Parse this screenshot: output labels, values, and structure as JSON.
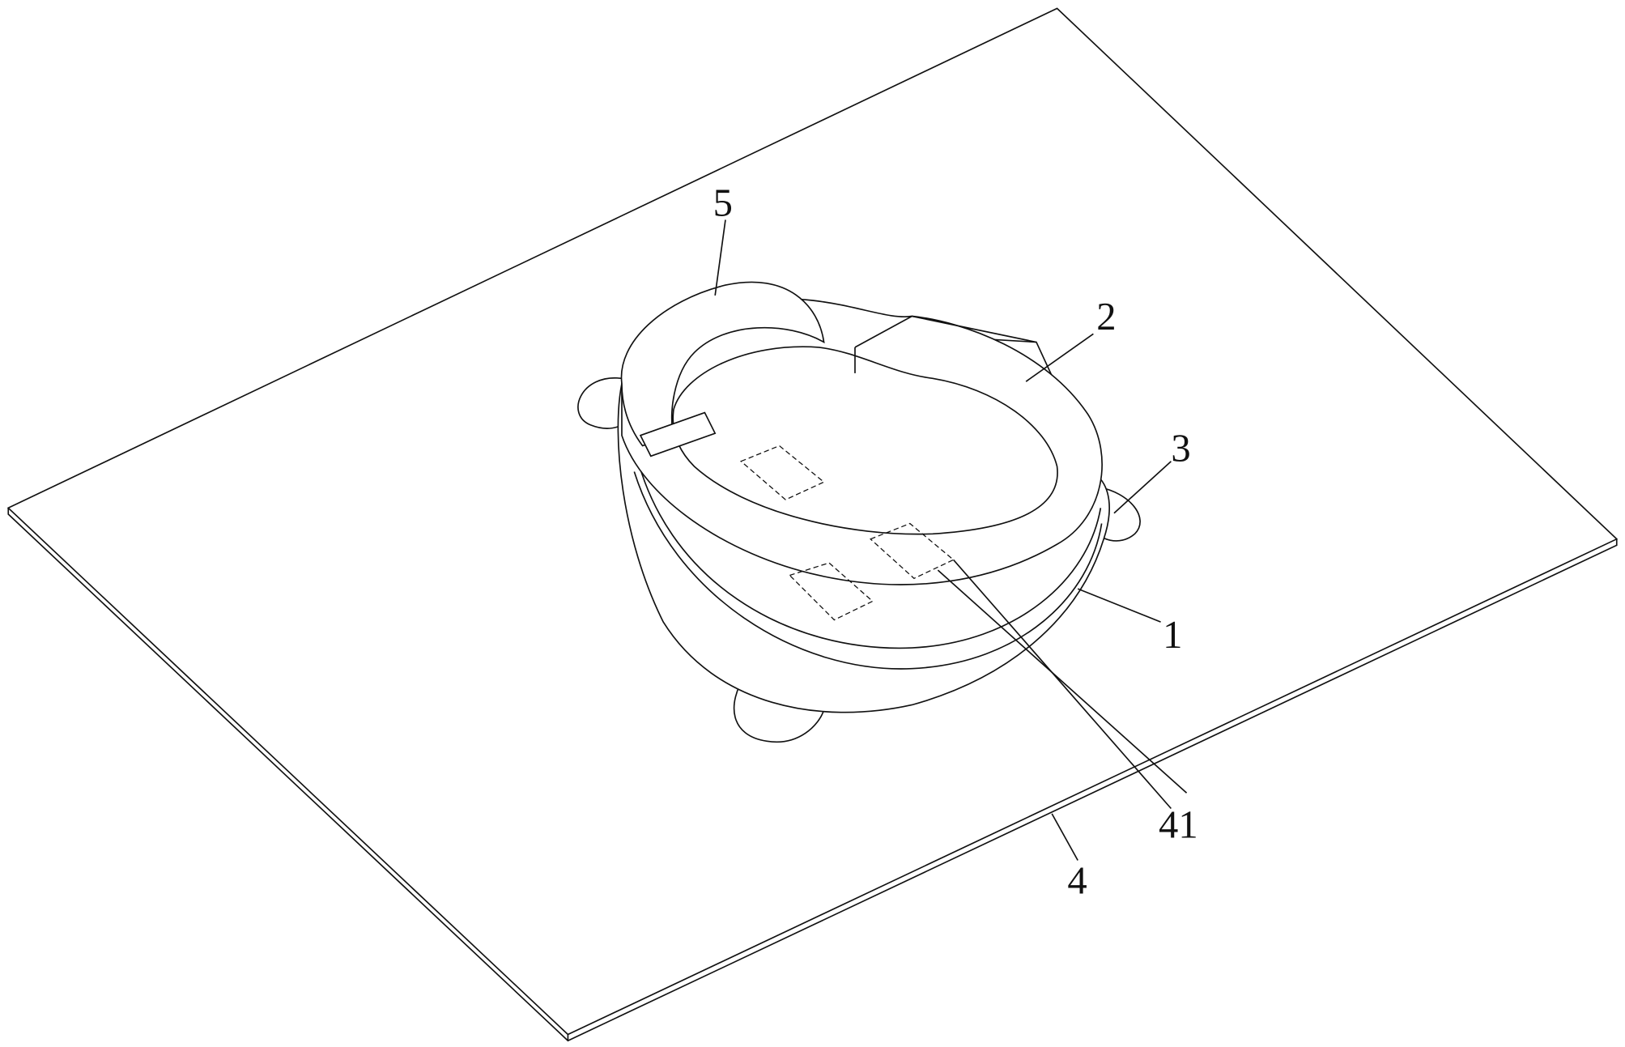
{
  "figure": {
    "labels": {
      "part_1": "1",
      "part_2": "2",
      "part_3": "3",
      "part_4": "4",
      "part_5": "5",
      "part_41": "41"
    }
  }
}
